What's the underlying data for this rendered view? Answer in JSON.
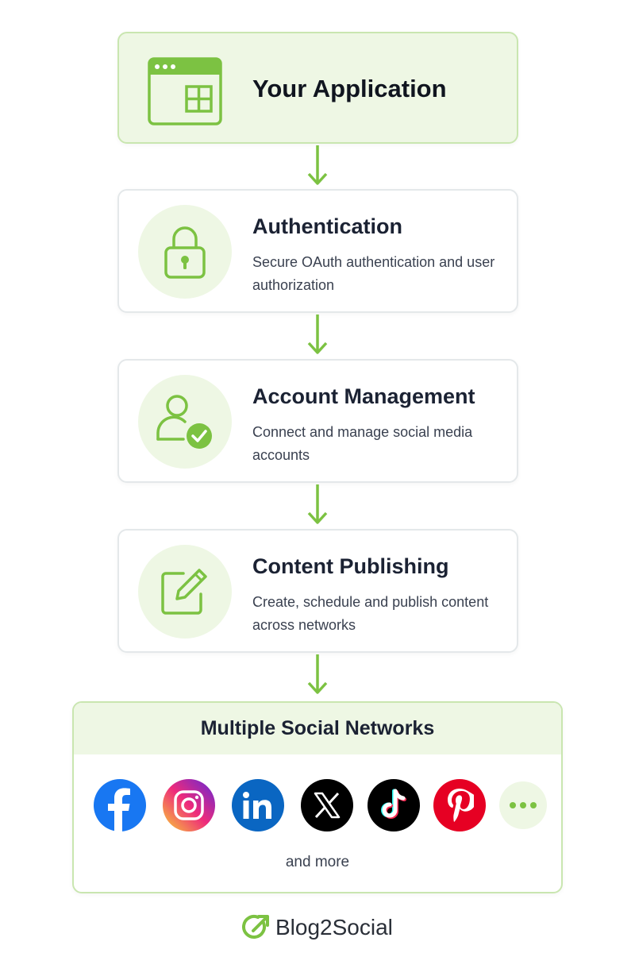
{
  "app": {
    "title": "Your Application",
    "icon": "app-window-icon"
  },
  "steps": [
    {
      "title": "Authentication",
      "desc": "Secure OAuth authentication and user authorization",
      "icon": "lock-icon"
    },
    {
      "title": "Account Management",
      "desc": "Connect and manage social media accounts",
      "icon": "user-check-icon"
    },
    {
      "title": "Content Publishing",
      "desc": "Create, schedule and publish content across networks",
      "icon": "edit-icon"
    }
  ],
  "networks": {
    "title": "Multiple Social Networks",
    "more_label": "and more",
    "items": [
      {
        "name": "Facebook",
        "icon": "facebook-icon",
        "color": "#1877f2"
      },
      {
        "name": "Instagram",
        "icon": "instagram-icon",
        "color": "#d6249f"
      },
      {
        "name": "LinkedIn",
        "icon": "linkedin-icon",
        "color": "#0a66c2"
      },
      {
        "name": "X",
        "icon": "x-icon",
        "color": "#000000"
      },
      {
        "name": "TikTok",
        "icon": "tiktok-icon",
        "color": "#000000"
      },
      {
        "name": "Pinterest",
        "icon": "pinterest-icon",
        "color": "#e60023"
      },
      {
        "name": "More",
        "icon": "more-icon",
        "color": "#7cc242"
      }
    ]
  },
  "brand": {
    "name": "Blog2Social",
    "icon": "blog2social-logo-icon"
  },
  "colors": {
    "accent": "#7cc242",
    "accent_light": "#eef7e4",
    "border": "#e4e8ea",
    "text": "#1b2233"
  }
}
